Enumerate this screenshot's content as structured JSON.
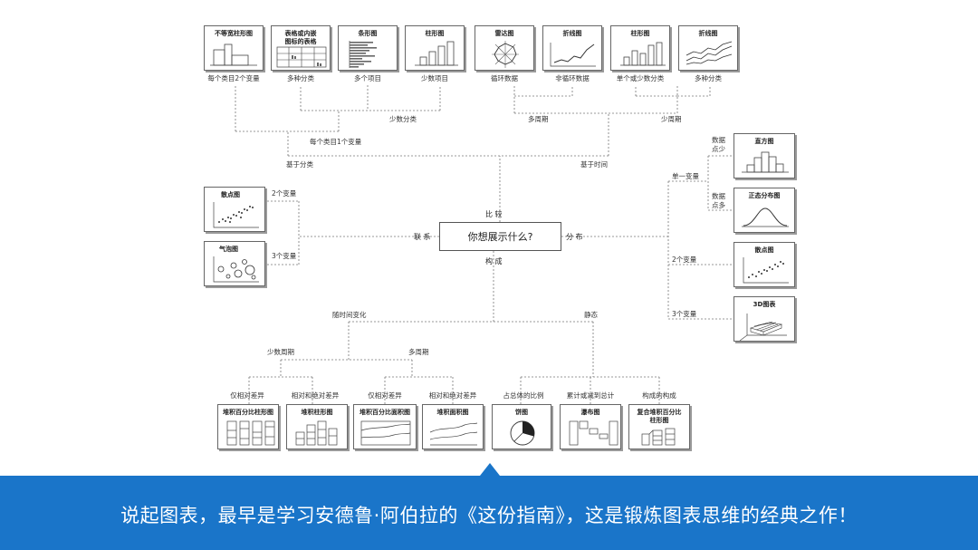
{
  "center": {
    "question": "你想展示什么?"
  },
  "directions": {
    "compare": "比 较",
    "relation": "联 系",
    "distribution": "分 布",
    "composition": "构 成"
  },
  "top_cards": [
    {
      "title": "不等宽柱形图",
      "caption": "每个类目2个变量"
    },
    {
      "title": "表格或内嵌\n图标的表格",
      "caption": "多种分类"
    },
    {
      "title": "条形图",
      "caption": "多个项目"
    },
    {
      "title": "柱形图",
      "caption": "少数项目"
    },
    {
      "title": "雷达图",
      "caption": "循环数据"
    },
    {
      "title": "折线图",
      "caption": "非循环数据"
    },
    {
      "title": "柱形图",
      "caption": "单个或少数分类"
    },
    {
      "title": "折线图",
      "caption": "多种分类"
    }
  ],
  "compare_branch": {
    "few_categories": "少数分类",
    "many_periods": "多周期",
    "few_periods": "少周期",
    "two_vars_per_category": "每个类目1个变量",
    "by_category": "基于分类",
    "by_time": "基于时间"
  },
  "left_cards": [
    {
      "title": "散点图",
      "caption": "2个变量"
    },
    {
      "title": "气泡图",
      "caption": "3个变量"
    }
  ],
  "right_cards": [
    {
      "title": "直方图",
      "caption": "数据\n点少"
    },
    {
      "title": "正态分布图",
      "caption": "数据\n点多"
    },
    {
      "title": "散点图",
      "caption": "2个变量"
    },
    {
      "title": "3D图表",
      "caption": "3个变量"
    }
  ],
  "distribution_branch": {
    "single_var": "单一变量"
  },
  "composition_branch": {
    "over_time": "随时间变化",
    "static": "静态",
    "few_periods": "少数周期",
    "many_periods": "多周期"
  },
  "bottom_cards": [
    {
      "title": "堆积百分比柱形图",
      "caption": "仅相对差异"
    },
    {
      "title": "堆积柱形图",
      "caption": "相对和绝对差异"
    },
    {
      "title": "堆积百分比面积图",
      "caption": "仅相对差异"
    },
    {
      "title": "堆积面积图",
      "caption": "相对和绝对差异"
    },
    {
      "title": "饼图",
      "caption": "占总体的比例"
    },
    {
      "title": "瀑布图",
      "caption": "累计或减到总计"
    },
    {
      "title": "复合堆积百分比\n柱形图",
      "caption": "构成的构成"
    }
  ],
  "banner": {
    "text": "说起图表，最早是学习安德鲁·阿伯拉的《这份指南》，这是锻炼图表思维的经典之作！",
    "color": "#1a75c9"
  }
}
